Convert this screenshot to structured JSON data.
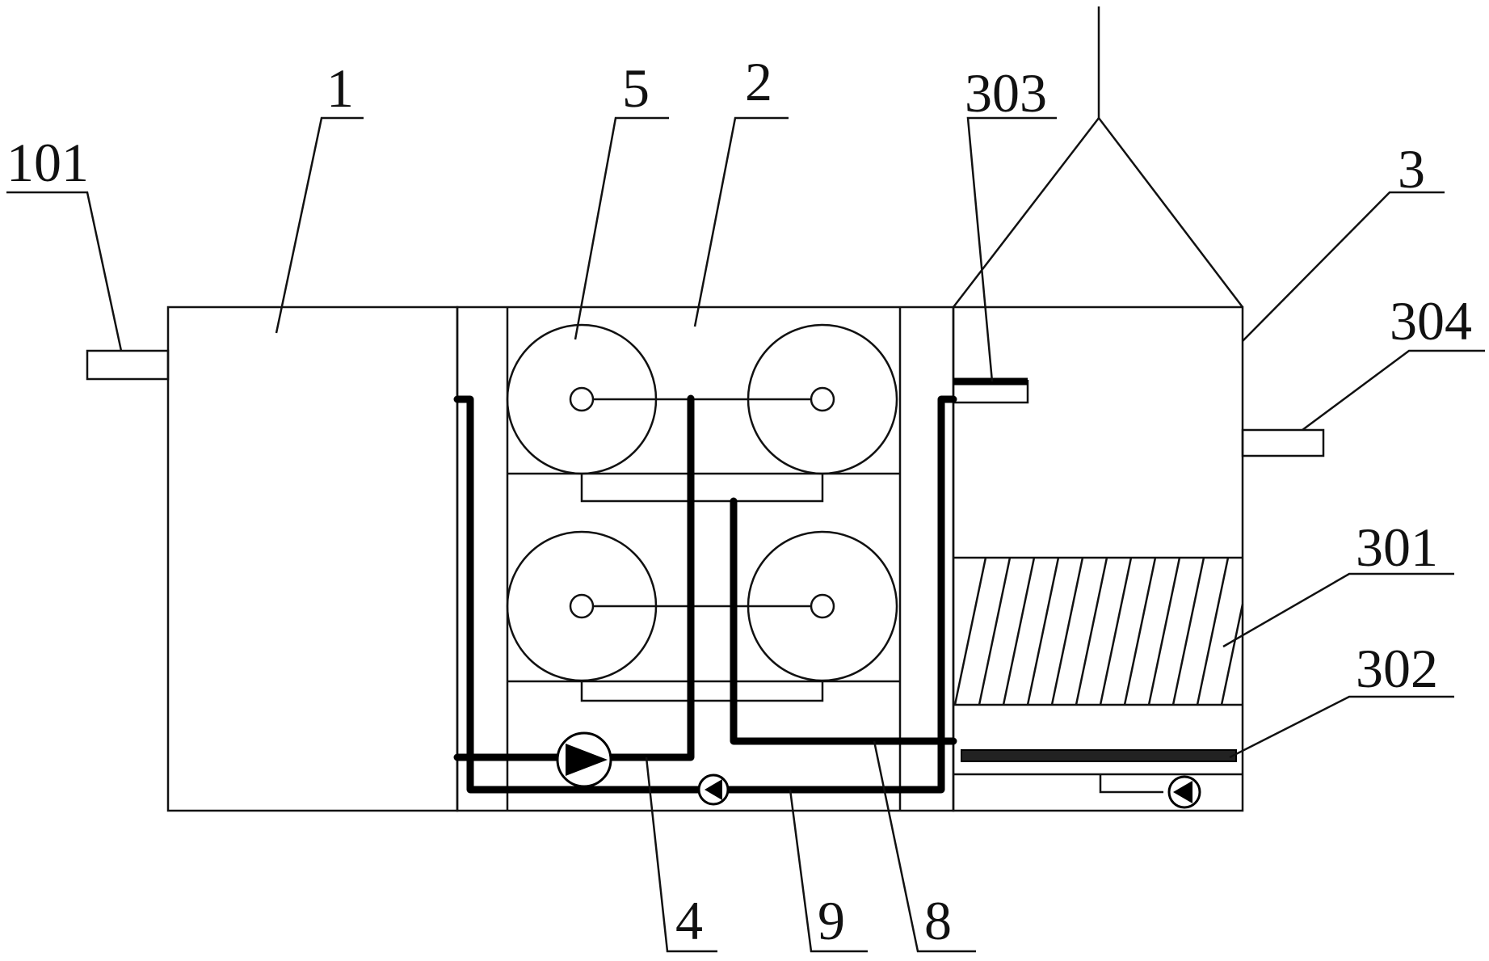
{
  "labels": {
    "l1": "1",
    "l2": "2",
    "l3": "3",
    "l4": "4",
    "l5": "5",
    "l8": "8",
    "l9": "9",
    "l101": "101",
    "l301": "301",
    "l302": "302",
    "l303": "303",
    "l304": "304"
  },
  "colors": {
    "line": "#111111",
    "background": "#ffffff"
  }
}
